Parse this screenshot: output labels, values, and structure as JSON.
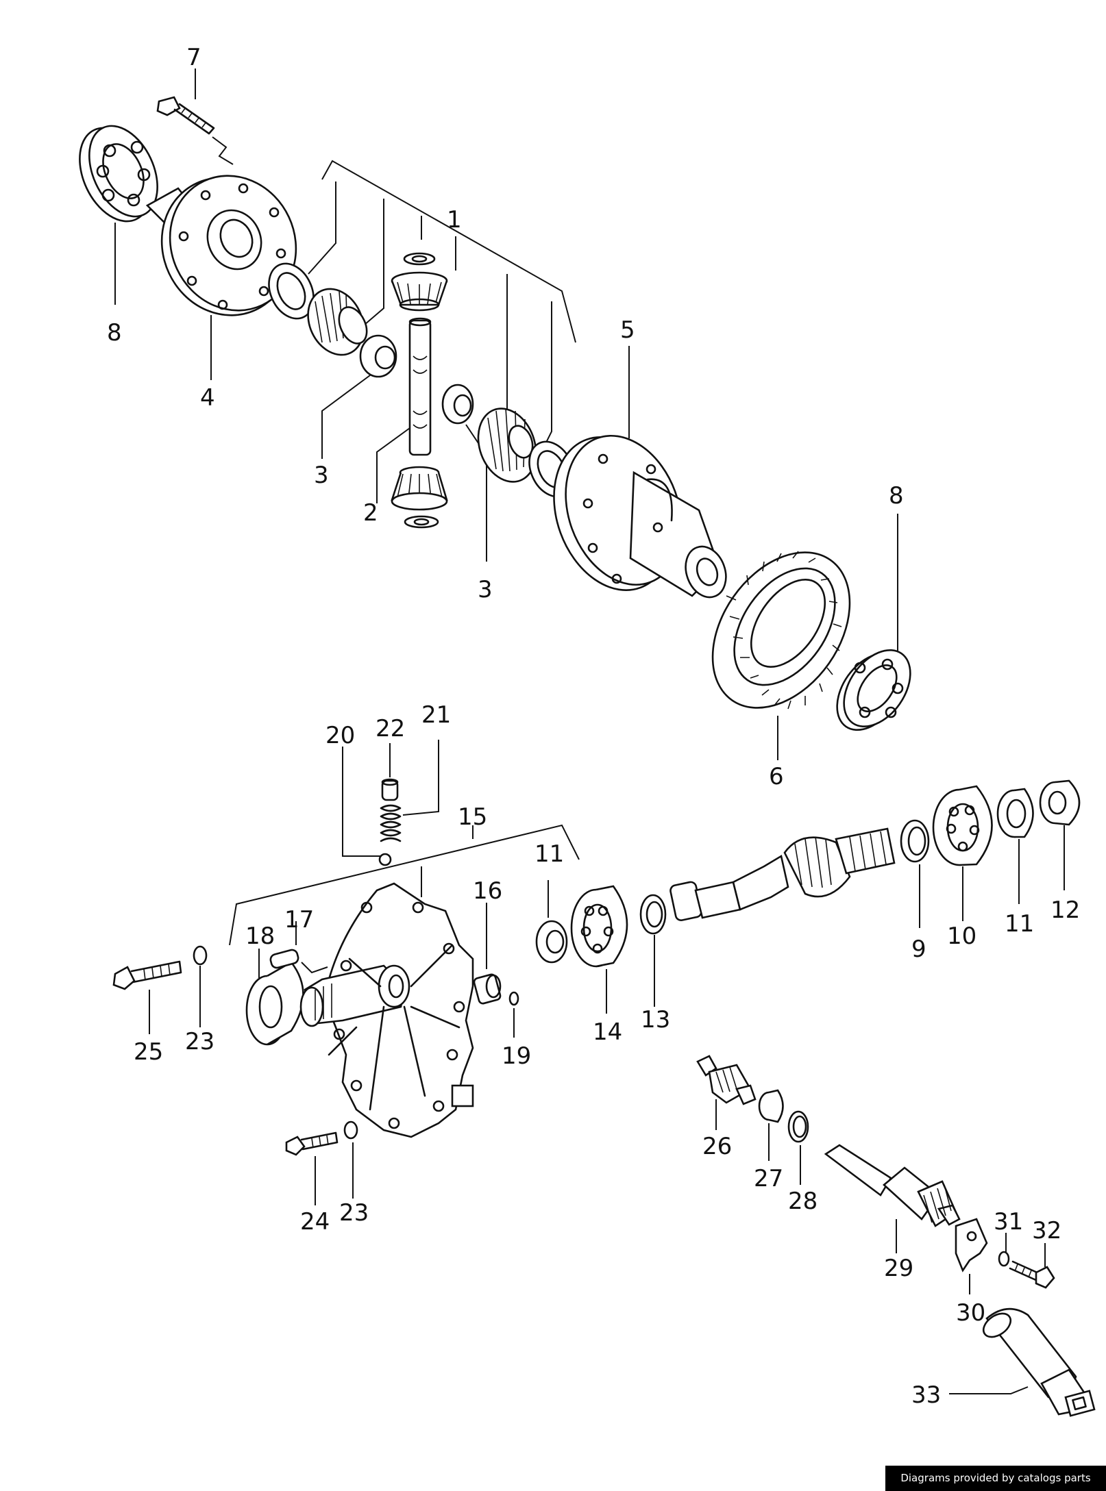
{
  "callouts": {
    "c1": "1",
    "c2": "2",
    "c3a": "3",
    "c3b": "3",
    "c4": "4",
    "c5": "5",
    "c6": "6",
    "c7": "7",
    "c8a": "8",
    "c8b": "8",
    "c9": "9",
    "c10": "10",
    "c11a": "11",
    "c11b": "11",
    "c12": "12",
    "c13": "13",
    "c14": "14",
    "c15": "15",
    "c16": "16",
    "c17": "17",
    "c18": "18",
    "c19": "19",
    "c20": "20",
    "c21": "21",
    "c22": "22",
    "c23a": "23",
    "c23b": "23",
    "c24": "24",
    "c25": "25",
    "c26": "26",
    "c27": "27",
    "c28": "28",
    "c29": "29",
    "c30": "30",
    "c31": "31",
    "c32": "32",
    "c33": "33"
  },
  "credit": "Diagrams provided by catalogs parts"
}
